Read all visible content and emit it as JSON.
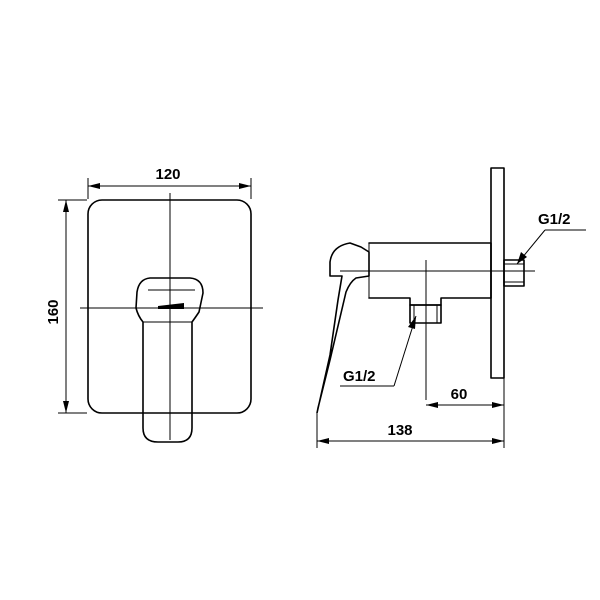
{
  "dimensions": {
    "front_width": "120",
    "front_height": "160",
    "side_total_depth": "138",
    "side_outlet_offset": "60"
  },
  "threads": {
    "rear_inlet": "G1/2",
    "bottom_outlet": "G1/2"
  }
}
